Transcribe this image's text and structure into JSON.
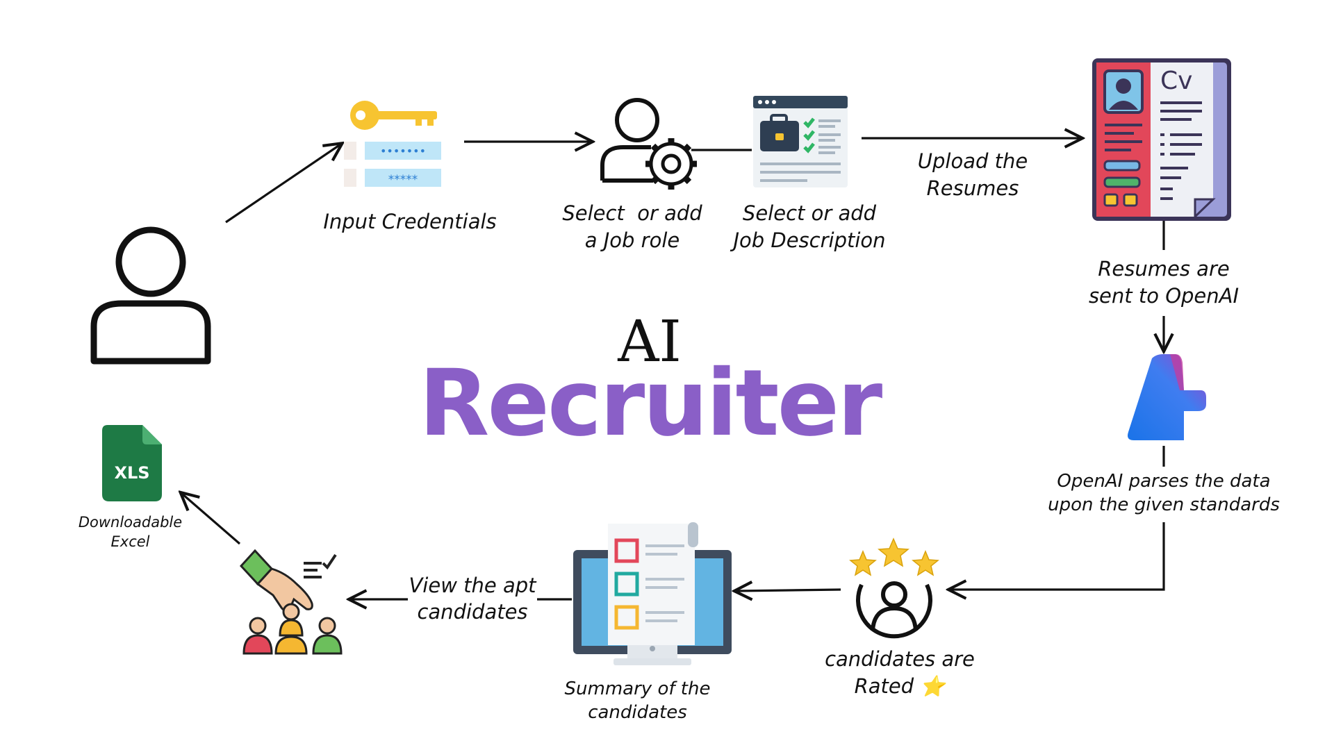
{
  "title": {
    "prefix": "AI",
    "main": "Recruiter"
  },
  "labels": {
    "input_credentials": "Input Credentials",
    "job_role": [
      "Select  or add",
      "a Job role"
    ],
    "job_description": [
      "Select or add",
      "Job Description"
    ],
    "upload": [
      "Upload the",
      "Resumes"
    ],
    "sent_openai": [
      "Resumes are",
      "sent to OpenAI"
    ],
    "parses": [
      "OpenAI parses the data",
      "upon the given standards"
    ],
    "rated": [
      "candidates are",
      "Rated ⭐"
    ],
    "summary": [
      "Summary of the",
      "candidates"
    ],
    "view": [
      "View the apt",
      "candidates"
    ],
    "excel": [
      "Downloadable",
      "Excel"
    ]
  },
  "icons": {
    "user": "user-icon",
    "credentials": "key-password-icon",
    "job_role": "user-gear-icon",
    "job_description": "briefcase-checklist-icon",
    "resume": "cv-document-icon",
    "openai": "azure-openai-icon",
    "rating": "rated-user-stars-icon",
    "summary": "monitor-checklist-icon",
    "selection": "hand-pick-candidate-icon",
    "excel": "xls-file-icon",
    "excel_text": "XLS"
  },
  "colors": {
    "title": "#8a5fc7",
    "excel_green": "#1e7a45",
    "arrow": "#111111"
  }
}
